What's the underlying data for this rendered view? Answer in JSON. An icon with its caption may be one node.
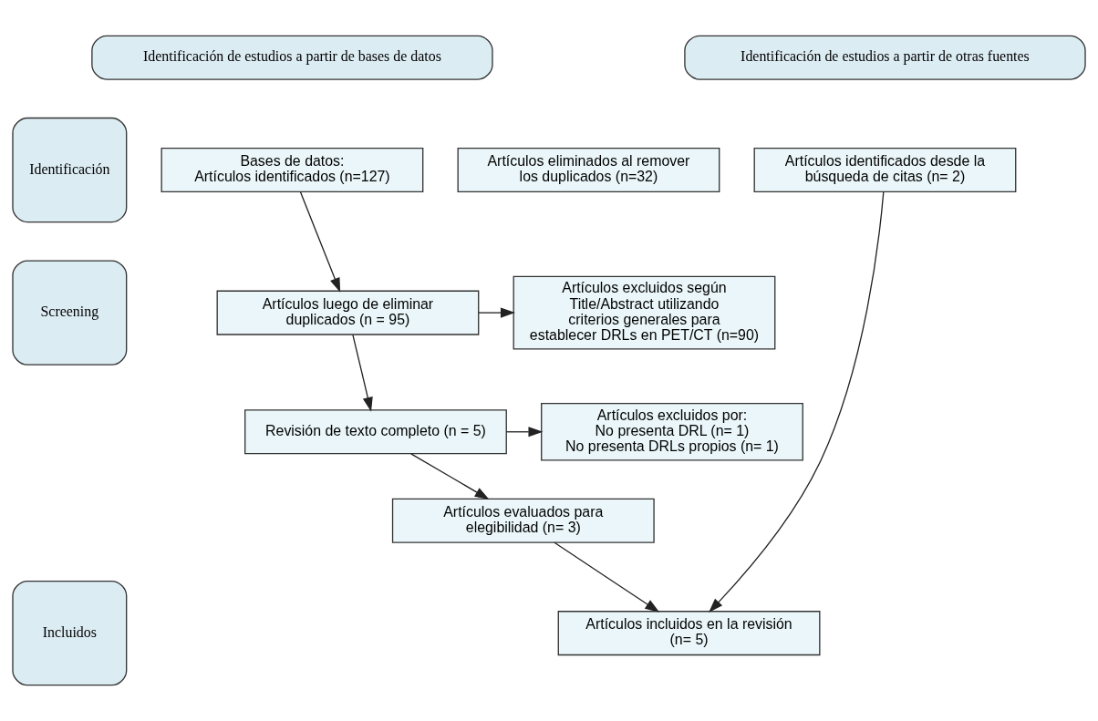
{
  "diagram": {
    "nodes": [
      {
        "text": [
          "Identificación de estudios a partir de bases de datos"
        ]
      },
      {
        "text": [
          "Identificación de estudios a partir de otras fuentes"
        ]
      },
      {
        "text": [
          "Identificación"
        ]
      },
      {
        "text": [
          "Screening"
        ]
      },
      {
        "text": [
          "Incluidos"
        ]
      },
      {
        "text": [
          "Bases de datos:",
          "Artículos identificados (n=127)"
        ]
      },
      {
        "text": [
          "Artículos eliminados al remover los duplicados (n=32)"
        ]
      },
      {
        "text": [
          "Artículos identificados desde la búsqueda de citas (n= 2)"
        ]
      },
      {
        "text": [
          "Artículos luego de eliminar duplicados (n = 95)"
        ]
      },
      {
        "text": [
          "Artículos excluidos según Title/Abstract utilizando criterios generales para establecer DRLs en PET/CT (n=90)"
        ]
      },
      {
        "text": [
          "Revisión de texto completo (n = 5)"
        ]
      },
      {
        "text": [
          "Artículos excluidos por:",
          "No presenta DRL (n= 1)",
          "No presenta DRLs propios (n= 1)"
        ]
      },
      {
        "text": [
          "Artículos evaluados para elegibilidad (n= 3)"
        ]
      },
      {
        "text": [
          "Artículos incluidos en la revisión (n= 5)"
        ]
      }
    ],
    "edges": [
      {
        "from": 5,
        "to": 8,
        "arrow": "to"
      },
      {
        "from": 8,
        "to": 9,
        "arrow": "to"
      },
      {
        "from": 8,
        "to": 10,
        "arrow": "to"
      },
      {
        "from": 10,
        "to": 11,
        "arrow": "to"
      },
      {
        "from": 10,
        "to": 12,
        "arrow": "to"
      },
      {
        "from": 12,
        "to": 13,
        "arrow": "to"
      },
      {
        "from": 7,
        "to": 13,
        "arrow": "to"
      }
    ]
  }
}
